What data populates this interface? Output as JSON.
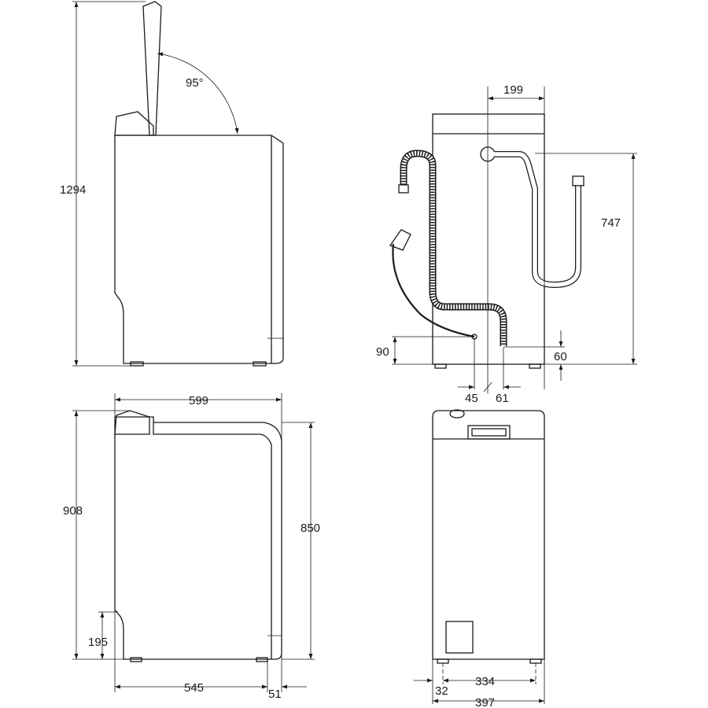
{
  "title": "Washing machine dimension drawing",
  "side_view_open": {
    "height_open": "1294",
    "lid_angle": "95°"
  },
  "back_view": {
    "drain_offset": "199",
    "inlet_height": "747",
    "cable_height": "90",
    "hose_height": "60",
    "cable_offset": "45",
    "hose_offset": "61"
  },
  "side_view": {
    "depth_total": "599",
    "height_total": "908",
    "height_body": "850",
    "recess_height": "195",
    "depth_body": "545",
    "depth_panel": "51"
  },
  "front_view": {
    "feet_spacing": "334",
    "feet_inset": "32",
    "width": "397"
  }
}
